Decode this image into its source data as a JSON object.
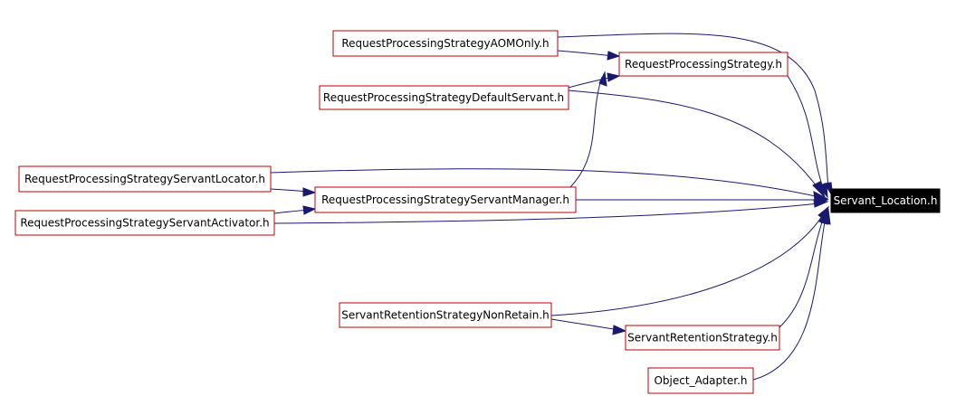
{
  "diagram": {
    "nodes": {
      "target": {
        "label": "Servant_Location.h"
      },
      "rps": {
        "label": "RequestProcessingStrategy.h"
      },
      "rps_aom": {
        "label": "RequestProcessingStrategyAOMOnly.h"
      },
      "rps_default": {
        "label": "RequestProcessingStrategyDefaultServant.h"
      },
      "rps_locator": {
        "label": "RequestProcessingStrategyServantLocator.h"
      },
      "rps_manager": {
        "label": "RequestProcessingStrategyServantManager.h"
      },
      "rps_activator": {
        "label": "RequestProcessingStrategyServantActivator.h"
      },
      "srs_nonretain": {
        "label": "ServantRetentionStrategyNonRetain.h"
      },
      "srs": {
        "label": "ServantRetentionStrategy.h"
      },
      "object_adapter": {
        "label": "Object_Adapter.h"
      }
    },
    "colors": {
      "node_border": "#c00000",
      "edge": "#191970",
      "target_fill": "#000000",
      "target_text": "#ffffff"
    }
  }
}
